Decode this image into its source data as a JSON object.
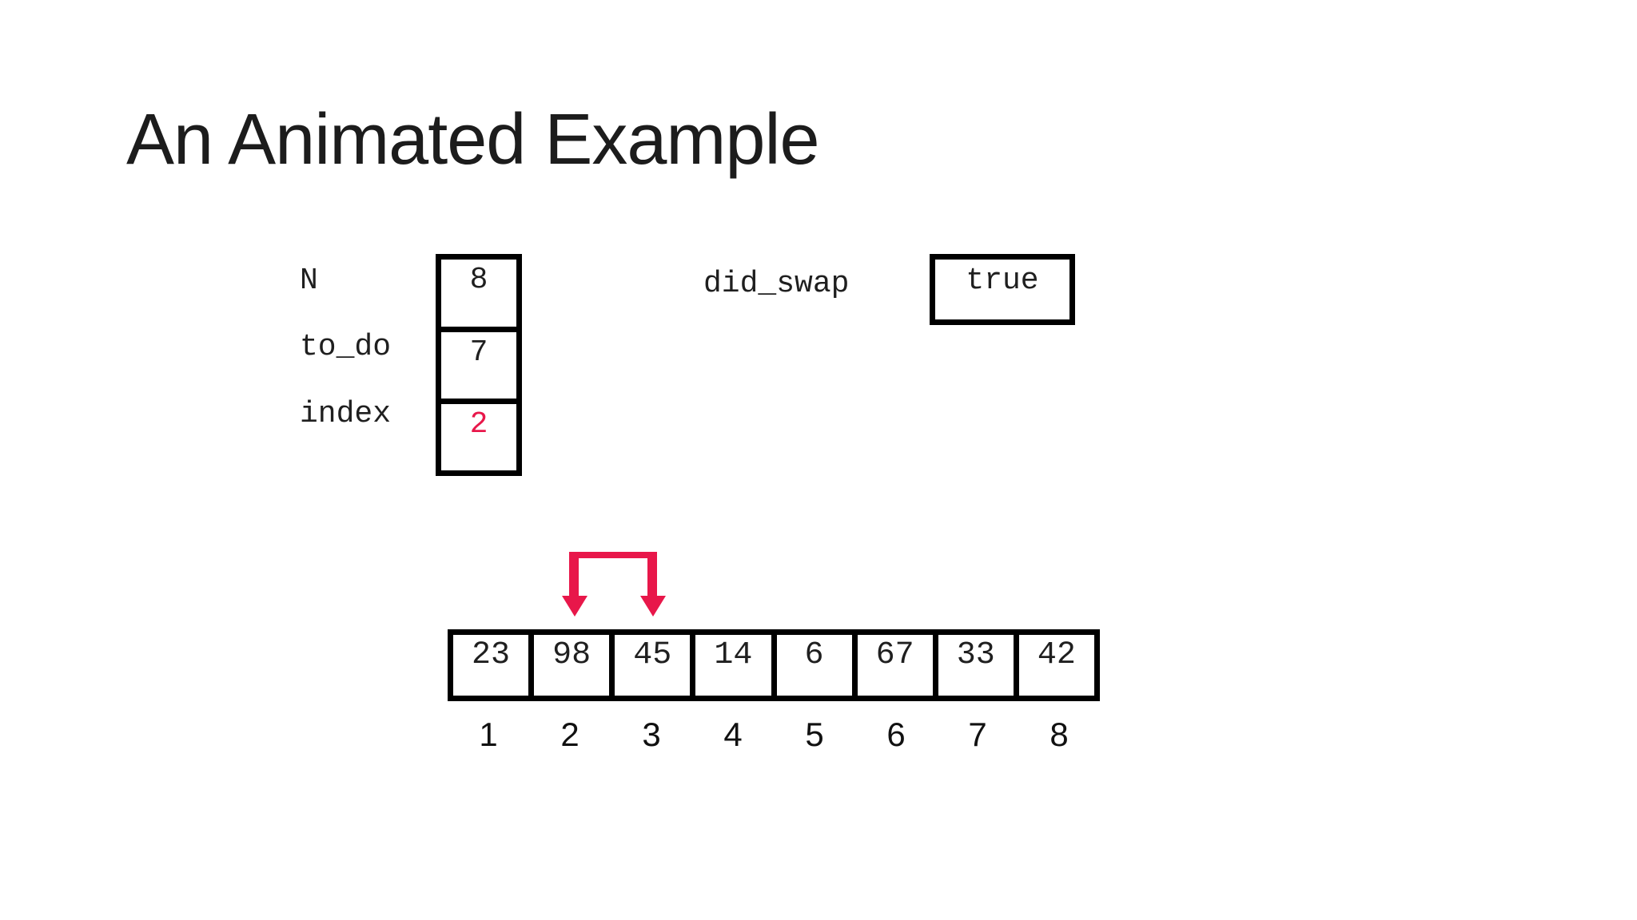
{
  "slide": {
    "title": "An Animated Example"
  },
  "variables": {
    "items": [
      {
        "name": "N",
        "value": "8",
        "highlight": false
      },
      {
        "name": "to_do",
        "value": "7",
        "highlight": false
      },
      {
        "name": "index",
        "value": "2",
        "highlight": true
      }
    ]
  },
  "did_swap": {
    "label": "did_swap",
    "value": "true"
  },
  "array": {
    "values": [
      "23",
      "98",
      "45",
      "14",
      "6",
      "67",
      "33",
      "42"
    ],
    "indices": [
      "1",
      "2",
      "3",
      "4",
      "5",
      "6",
      "7",
      "8"
    ]
  },
  "swap_bracket": {
    "shape": "bracket-with-two-down-arrows",
    "points_to_indices": [
      "2",
      "3"
    ],
    "color": "#e8174a"
  },
  "colors": {
    "background": "#ffffff",
    "text": "#1f1f1f",
    "border": "#000000",
    "accent_red": "#e8174a"
  }
}
